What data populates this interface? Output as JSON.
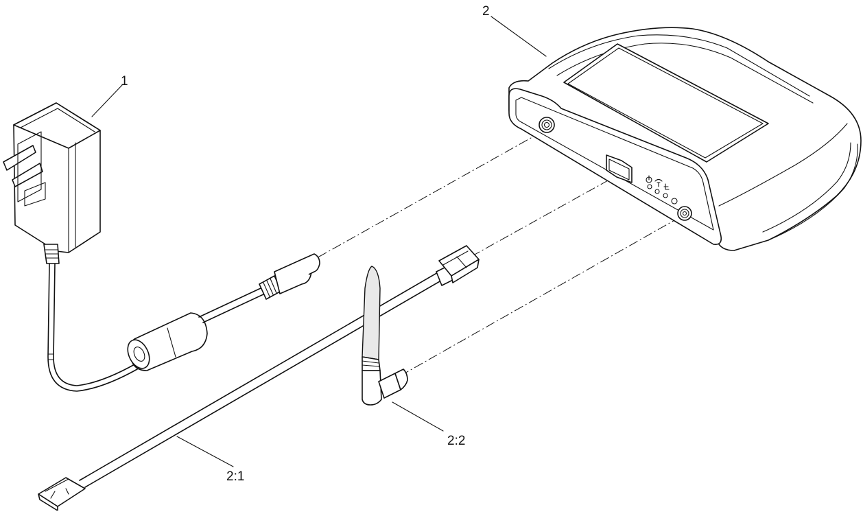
{
  "callouts": {
    "adapter": "1",
    "device": "2",
    "ethernet_cable": "2:1",
    "antenna": "2:2"
  }
}
